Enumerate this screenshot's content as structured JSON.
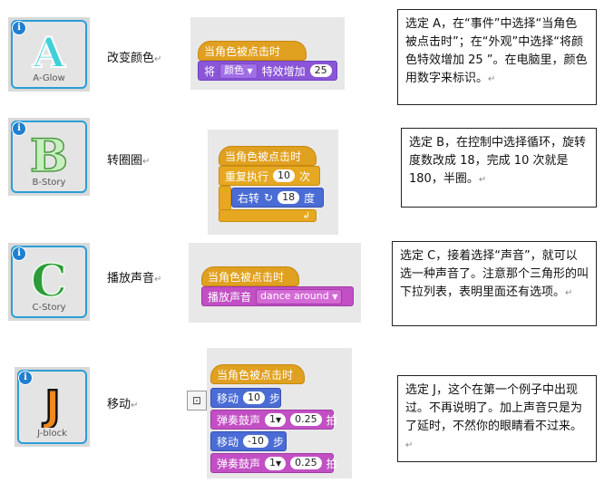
{
  "rows": [
    {
      "sprite": {
        "letter": "A",
        "name": "A-Glow"
      },
      "action": "改变颜色",
      "note": "选定 A，在“事件”中选择“当角色被点击时”；在“外观”中选择“将颜色特效增加 25 ”。在电脑里，颜色用数字来标识。",
      "blocks": {
        "hat": "当角色被点击时",
        "b1_pre": "将",
        "b1_drop": "颜色",
        "b1_mid": "特效增加",
        "b1_val": "25"
      }
    },
    {
      "sprite": {
        "letter": "B",
        "name": "B-Story"
      },
      "action": "转圈圈",
      "note": "选定 B，在控制中选择循环，旋转度数改成 18，完成 10 次就是 180，半圈。",
      "blocks": {
        "hat": "当角色被点击时",
        "repeat_pre": "重复执行",
        "repeat_val": "10",
        "repeat_post": "次",
        "turn_pre": "右转",
        "turn_val": "18",
        "turn_post": "度"
      }
    },
    {
      "sprite": {
        "letter": "C",
        "name": "C-Story"
      },
      "action": "播放声音",
      "note": "选定 C，接着选择“声音”，就可以选一种声音了。注意那个三角形的叫下拉列表，表明里面还有选项。",
      "blocks": {
        "hat": "当角色被点击时",
        "play_pre": "播放声音",
        "play_drop": "dance around"
      }
    },
    {
      "sprite": {
        "letter": "J",
        "name": "J-block"
      },
      "action": "移动",
      "note": "选定 J，这个在第一个例子中出现过。不再说明了。加上声音只是为了延时，不然你的眼睛看不过来。",
      "blocks": {
        "hat": "当角色被点击时",
        "move1_pre": "移动",
        "move1_val": "10",
        "move1_post": "步",
        "drum1_pre": "弹奏鼓声",
        "drum1_drop": "1",
        "drum1_val": "0.25",
        "drum1_post": "拍",
        "move2_pre": "移动",
        "move2_val": "-10",
        "move2_post": "步",
        "drum2_pre": "弹奏鼓声",
        "drum2_drop": "1",
        "drum2_val": "0.25",
        "drum2_post": "拍"
      }
    }
  ],
  "colors": {
    "accent_border": "#2a9fd6",
    "looks": "#8a55d7",
    "control": "#e6a820",
    "motion": "#4a6cd4",
    "sound": "#c24fc4"
  }
}
